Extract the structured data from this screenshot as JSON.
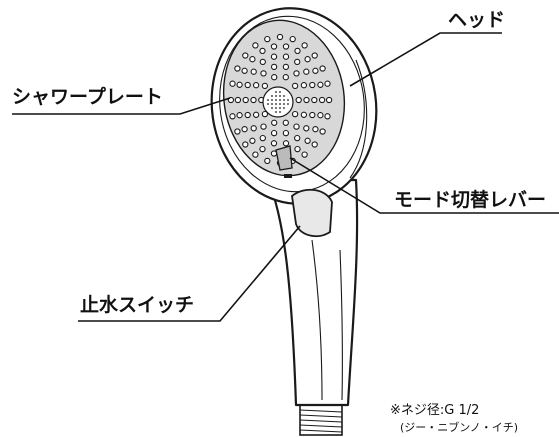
{
  "labels": {
    "head": "ヘッド",
    "shower_plate": "シャワープレート",
    "mode_lever": "モード切替レバー",
    "stop_switch": "止水スイッチ"
  },
  "note": {
    "line1": "※ネジ径:G 1/2",
    "line2": "(ジー・ニブンノ・イチ)"
  },
  "colors": {
    "ink": "#111111",
    "plate": "#d8d8d8",
    "body": "#ffffff"
  }
}
